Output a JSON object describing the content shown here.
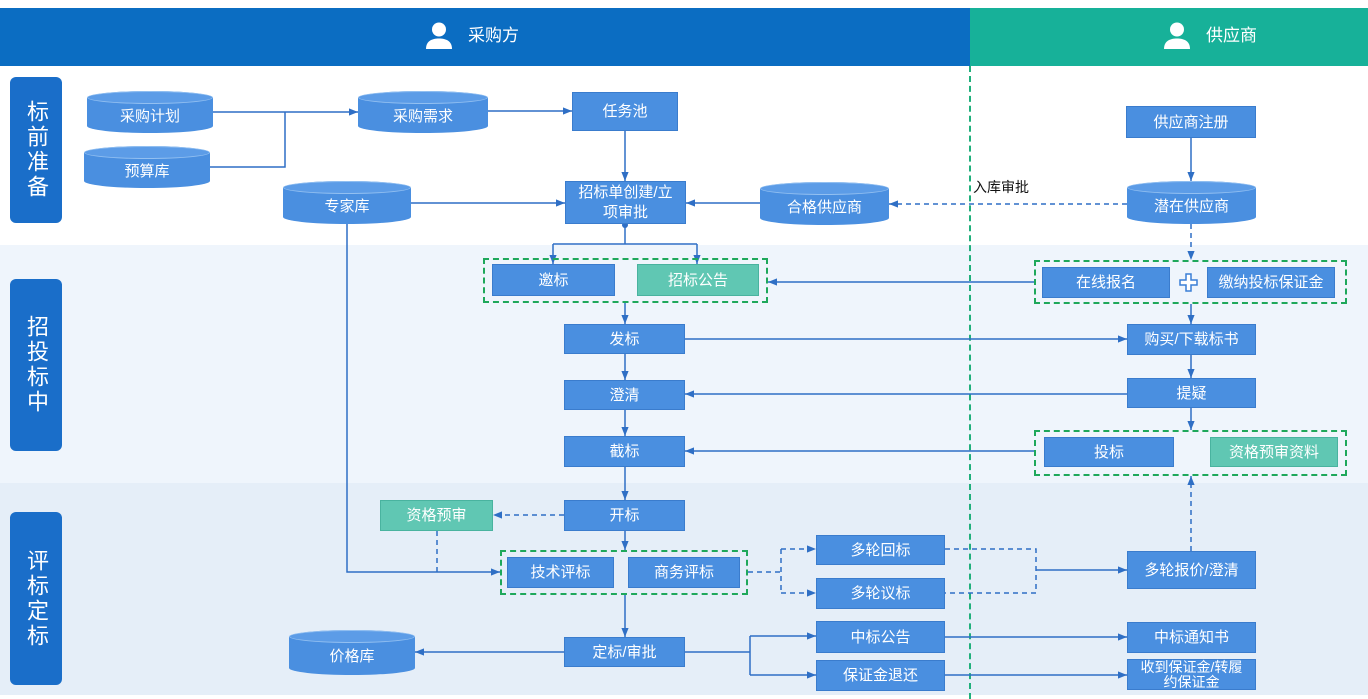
{
  "header": {
    "buyer": {
      "label": "采购方",
      "icon": "user-icon"
    },
    "supplier": {
      "label": "供应商",
      "icon": "user-icon"
    }
  },
  "lanes": [
    "标前准备",
    "招投标中",
    "评标定标"
  ],
  "nodes": {
    "purchase_plan": "采购计划",
    "budget_db": "预算库",
    "purchase_demand": "采购需求",
    "task_pool": "任务池",
    "tender_create": "招标单创建/立项审批",
    "expert_db": "专家库",
    "qualified_supplier": "合格供应商",
    "supplier_register": "供应商注册",
    "potential_supplier": "潜在供应商",
    "invite_bid": "邀标",
    "tender_notice": "招标公告",
    "online_signup": "在线报名",
    "pay_deposit": "缴纳投标保证金",
    "issue_tender": "发标",
    "buy_download": "购买/下载标书",
    "clarify": "澄清",
    "raise_question": "提疑",
    "bid_close": "截标",
    "submit_bid": "投标",
    "prequal_docs": "资格预审资料",
    "bid_open": "开标",
    "prequal": "资格预审",
    "tech_eval": "技术评标",
    "biz_eval": "商务评标",
    "multi_rebid": "多轮回标",
    "multi_negotiate": "多轮议标",
    "multi_quote": "多轮报价/澄清",
    "price_db": "价格库",
    "award_approve": "定标/审批",
    "award_notice": "中标公告",
    "deposit_refund": "保证金退还",
    "award_letter": "中标通知书",
    "deposit_receive": "收到保证金/转履约保证金"
  },
  "edge_labels": {
    "warehousing_approval": "入库审批"
  },
  "icons": {
    "join": "plus-icon"
  },
  "colors": {
    "buyer_header": "#0b6dc2",
    "supplier_header": "#17b199",
    "node": "#4a8fe0",
    "node_highlight": "#60c7b3",
    "lane_label": "#1a6ec9",
    "group_border": "#1fa85b",
    "separator": "#20b07c",
    "connector": "#2f6fc5"
  }
}
